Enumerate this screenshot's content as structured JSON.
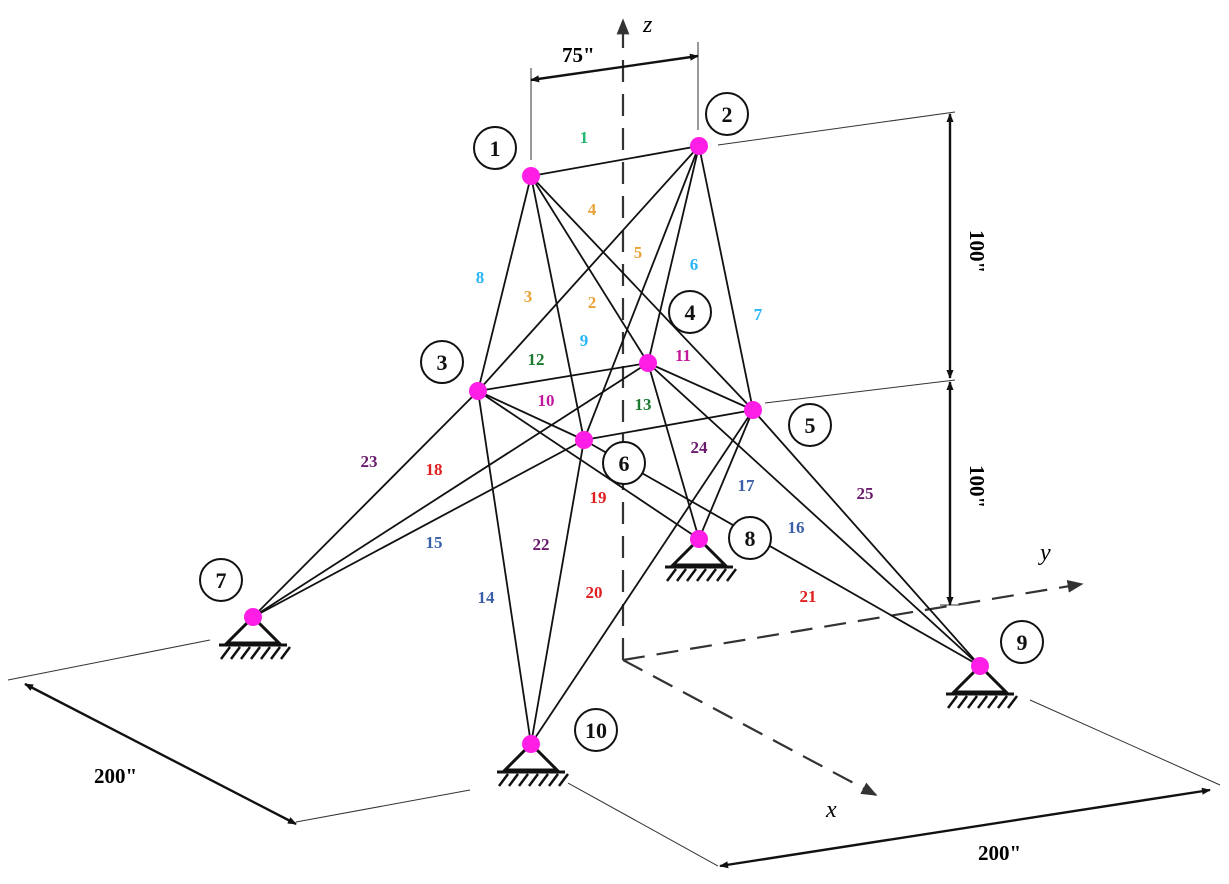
{
  "nodes": [
    {
      "id": "1",
      "label": "1"
    },
    {
      "id": "2",
      "label": "2"
    },
    {
      "id": "3",
      "label": "3"
    },
    {
      "id": "4",
      "label": "4"
    },
    {
      "id": "5",
      "label": "5"
    },
    {
      "id": "6",
      "label": "6"
    },
    {
      "id": "7",
      "label": "7"
    },
    {
      "id": "8",
      "label": "8"
    },
    {
      "id": "9",
      "label": "9"
    },
    {
      "id": "10",
      "label": "10"
    }
  ],
  "members": [
    {
      "label": "1",
      "from": "1",
      "to": "2",
      "color": "#22b573"
    },
    {
      "label": "2",
      "from": "1",
      "to": "5",
      "color": "#e8a33a"
    },
    {
      "label": "3",
      "from": "2",
      "to": "3",
      "color": "#e8a33a"
    },
    {
      "label": "4",
      "from": "1",
      "to": "4",
      "color": "#e8a33a"
    },
    {
      "label": "5",
      "from": "2",
      "to": "6",
      "color": "#e8a33a"
    },
    {
      "label": "6",
      "from": "2",
      "to": "4",
      "color": "#29b6f6"
    },
    {
      "label": "7",
      "from": "2",
      "to": "5",
      "color": "#29b6f6"
    },
    {
      "label": "8",
      "from": "1",
      "to": "3",
      "color": "#29b6f6"
    },
    {
      "label": "9",
      "from": "1",
      "to": "6",
      "color": "#29b6f6"
    },
    {
      "label": "10",
      "from": "3",
      "to": "6",
      "color": "#c2189b"
    },
    {
      "label": "11",
      "from": "4",
      "to": "5",
      "color": "#c2189b"
    },
    {
      "label": "12",
      "from": "3",
      "to": "4",
      "color": "#1b7a2e"
    },
    {
      "label": "13",
      "from": "6",
      "to": "5",
      "color": "#1b7a2e"
    },
    {
      "label": "14",
      "from": "3",
      "to": "10",
      "color": "#3b5ea8"
    },
    {
      "label": "15",
      "from": "6",
      "to": "7",
      "color": "#3b5ea8"
    },
    {
      "label": "16",
      "from": "4",
      "to": "9",
      "color": "#3b5ea8"
    },
    {
      "label": "17",
      "from": "5",
      "to": "8",
      "color": "#3b5ea8"
    },
    {
      "label": "18",
      "from": "4",
      "to": "7",
      "color": "#e02020"
    },
    {
      "label": "19",
      "from": "3",
      "to": "8",
      "color": "#e02020"
    },
    {
      "label": "20",
      "from": "5",
      "to": "10",
      "color": "#e02020"
    },
    {
      "label": "21",
      "from": "6",
      "to": "9",
      "color": "#e02020"
    },
    {
      "label": "22",
      "from": "6",
      "to": "10",
      "color": "#6a1b6e"
    },
    {
      "label": "23",
      "from": "3",
      "to": "7",
      "color": "#6a1b6e"
    },
    {
      "label": "24",
      "from": "4",
      "to": "8",
      "color": "#6a1b6e"
    },
    {
      "label": "25",
      "from": "5",
      "to": "9",
      "color": "#6a1b6e"
    }
  ],
  "supports": [
    "7",
    "8",
    "9",
    "10"
  ],
  "dimensions": {
    "top_width": "75\"",
    "upper_height": "100\"",
    "lower_height": "100\"",
    "base_left": "200\"",
    "base_right": "200\""
  },
  "axes": {
    "x": "x",
    "y": "y",
    "z": "z"
  },
  "colors": {
    "node": "#ff1ee6",
    "line": "#111111"
  }
}
